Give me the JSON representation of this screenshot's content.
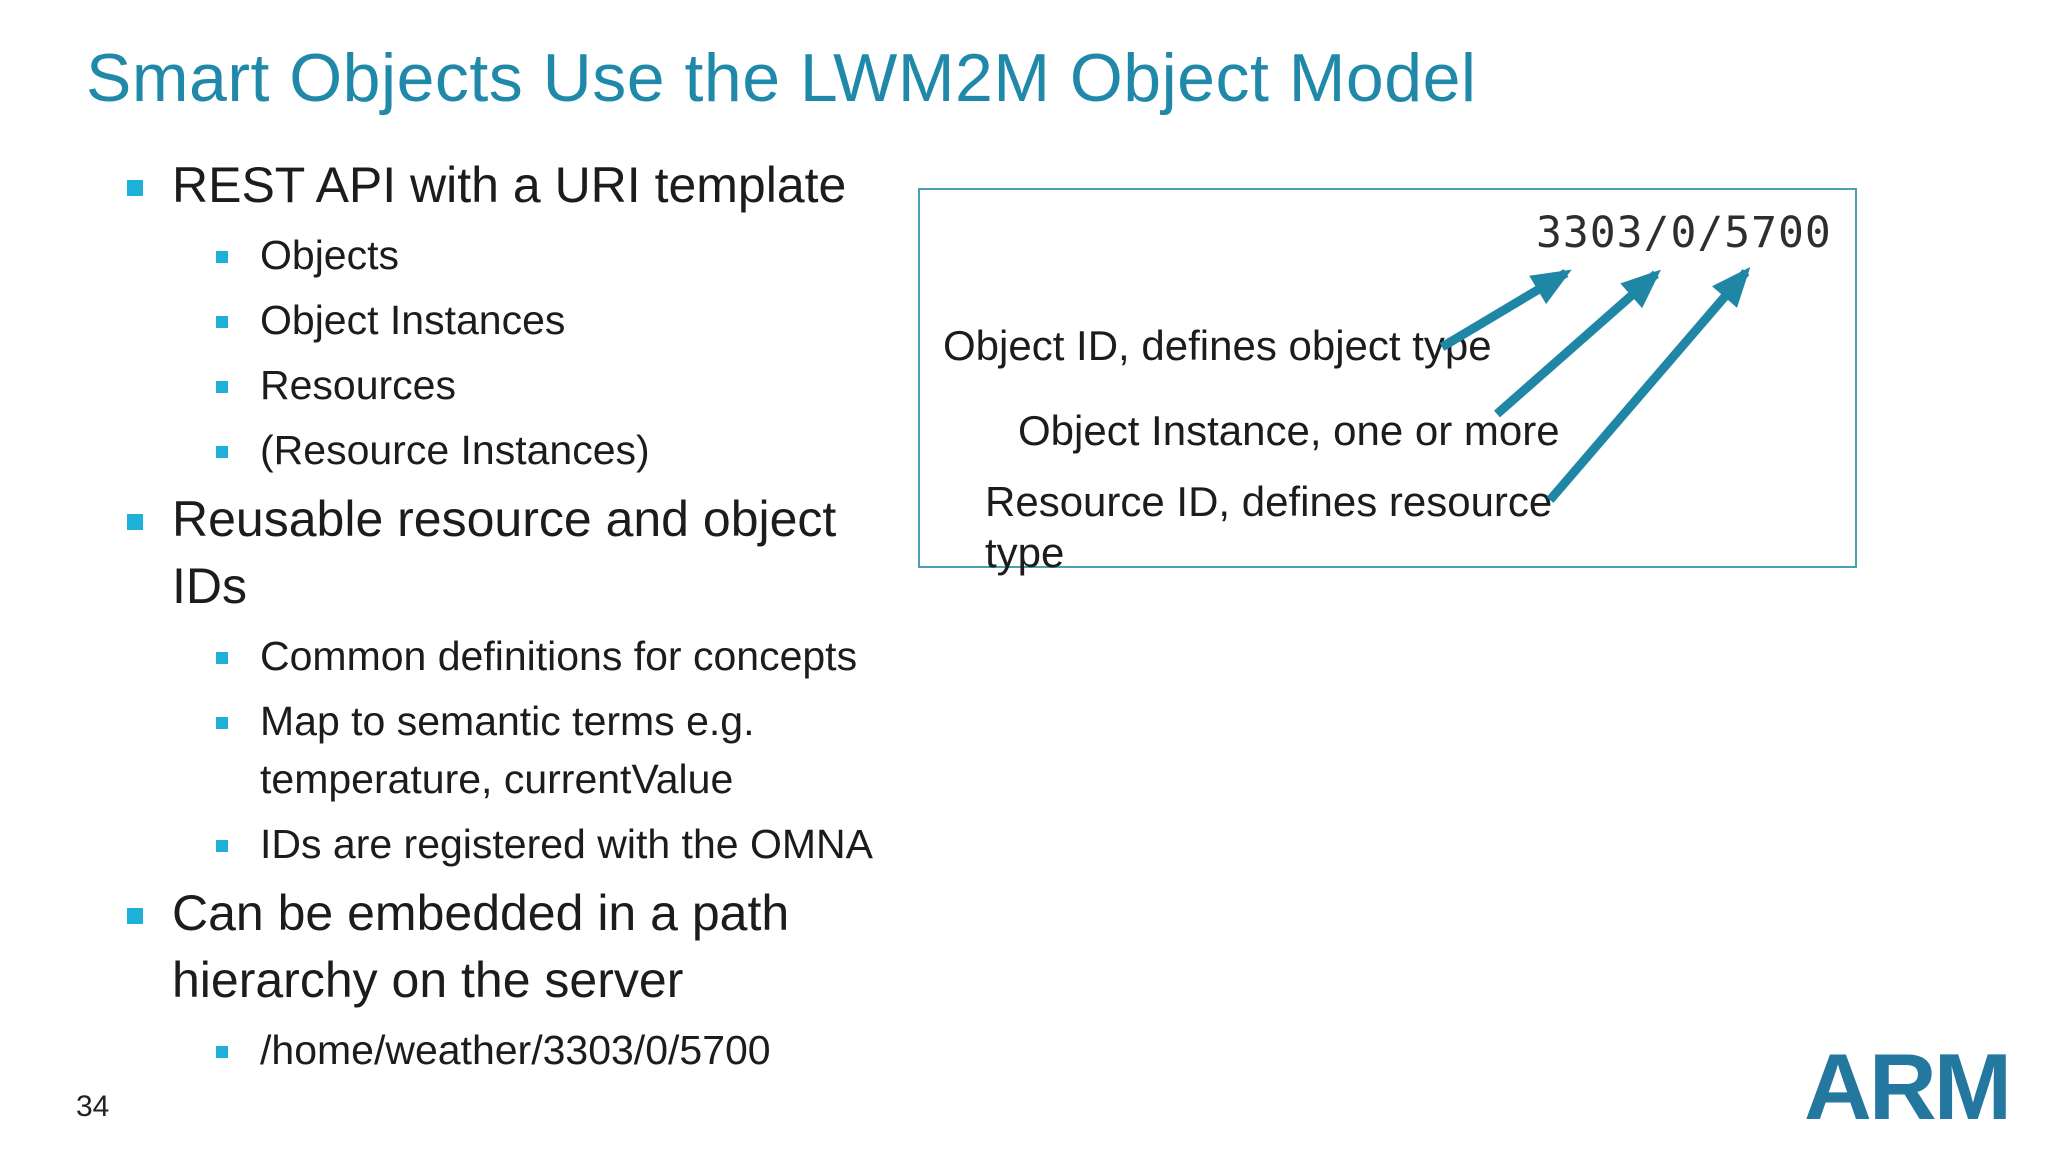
{
  "slide": {
    "title": "Smart Objects Use the LWM2M Object Model",
    "page_number": "34",
    "logo_text": "ARM"
  },
  "colors": {
    "title_teal": "#2089a9",
    "bullet_cyan": "#1fb0d8",
    "arrow_teal": "#1f86a6",
    "box_border_teal": "#4b9fb5",
    "logo_blue": "#24779f",
    "text_black": "#1c1c1c"
  },
  "bullets": [
    {
      "level": 1,
      "text": "REST API with a URI template"
    },
    {
      "level": 2,
      "text": "Objects"
    },
    {
      "level": 2,
      "text": "Object Instances"
    },
    {
      "level": 2,
      "text": "Resources"
    },
    {
      "level": 2,
      "text": "(Resource Instances)"
    },
    {
      "level": 1,
      "text": "Reusable resource and object\nIDs"
    },
    {
      "level": 2,
      "text": "Common definitions for concepts"
    },
    {
      "level": 2,
      "text": "Map to semantic terms e.g.\ntemperature, currentValue"
    },
    {
      "level": 2,
      "text": "IDs are registered with the OMNA"
    },
    {
      "level": 1,
      "text": "Can be embedded in a path\nhierarchy on the server"
    },
    {
      "level": 2,
      "text": "/home/weather/3303/0/5700"
    }
  ],
  "diagram": {
    "uri_example": "3303/0/5700",
    "labels": {
      "object_id": "Object ID, defines object type",
      "object_instance": "Object Instance, one or more",
      "resource_id": "Resource ID, defines resource\ntype"
    }
  }
}
